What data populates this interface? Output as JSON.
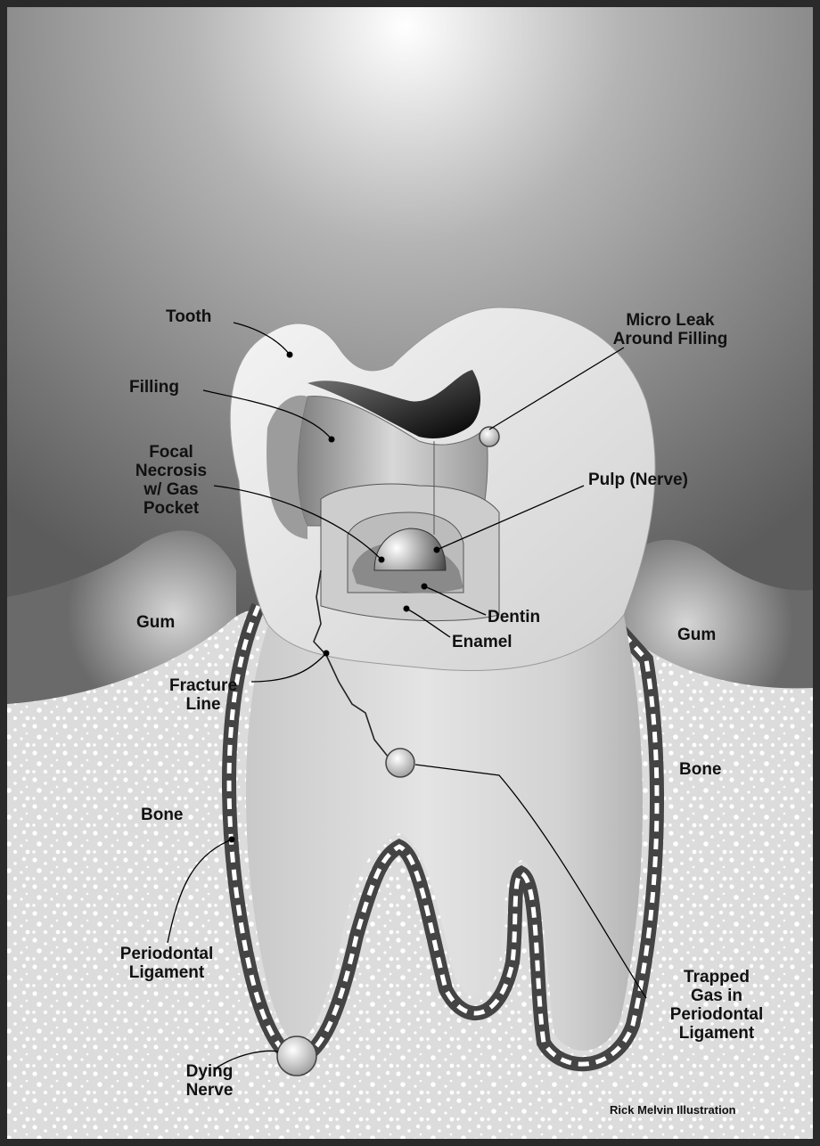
{
  "colors": {
    "background_top": "#6f6f6f",
    "highlight": "#ffffff",
    "tooth": "#dedede",
    "bone": "#e2e2e2",
    "leader": "#000000"
  },
  "labels": {
    "tooth": "Tooth",
    "filling": "Filling",
    "focal_necrosis": "Focal\nNecrosis\nw/ Gas\nPocket",
    "gum_left": "Gum",
    "gum_right": "Gum",
    "micro_leak": "Micro Leak\nAround Filling",
    "pulp": "Pulp (Nerve)",
    "dentin": "Dentin",
    "enamel": "Enamel",
    "fracture_line": "Fracture\nLine",
    "bone_left": "Bone",
    "bone_right": "Bone",
    "periodontal_ligament": "Periodontal\nLigament",
    "trapped_gas": "Trapped\nGas in\nPeriodontal\nLigament",
    "dying_nerve": "Dying\nNerve",
    "credit": "Rick Melvin Illustration"
  }
}
